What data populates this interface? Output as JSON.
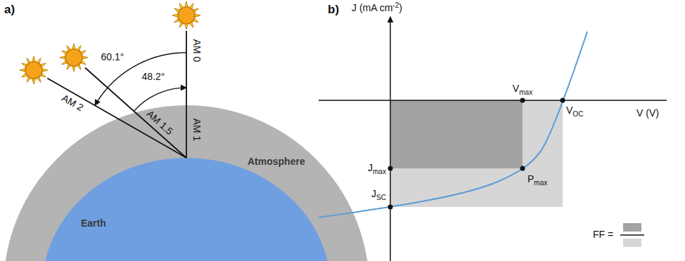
{
  "diagram": {
    "nodes": [
      {
        "text": [
          "Atmosphere"
        ]
      },
      {
        "text": [
          "Earth"
        ],
        "in": 0
      }
    ],
    "labels": [
      "a)",
      "60.1°",
      "48.2°",
      "AM 0",
      "AM 1",
      "AM 1.5",
      "AM 2",
      "b)",
      "J (mA cm-2)",
      "V (V)",
      "Vmax",
      "VOC",
      "Jmax",
      "JSC",
      "Pmax",
      "FF ="
    ]
  }
}
